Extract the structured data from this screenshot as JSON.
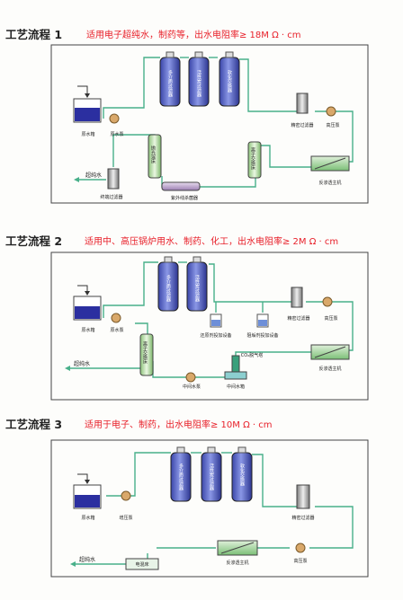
{
  "p1": {
    "title": "工艺流程 1",
    "subtitle": "适用电子超纯水，制药等，出水电阻率≥ 18M Ω · cm",
    "tanks": [
      "多介质过滤器",
      "活性炭过滤器",
      "软化交换器"
    ],
    "raw_tank": "原水箱",
    "raw_pump": "原水泵",
    "precision": "精密过滤器",
    "hp_pump": "高压泵",
    "ro": "反渗透主机",
    "uv": "紫外线杀菌器",
    "ix": "离子交换床",
    "polish": "抛光混床",
    "terminal": "终端过滤器",
    "out": "超纯水"
  },
  "p2": {
    "title": "工艺流程 2",
    "subtitle": "适用中、高压锅炉用水、制药、化工，出水电阻率≥ 2M Ω · cm",
    "tanks": [
      "多介质过滤器",
      "活性炭过滤器"
    ],
    "raw_tank": "原水箱",
    "raw_pump": "原水泵",
    "reduce": "还原剂投加设备",
    "scale": "阻垢剂投加设备",
    "precision": "精密过滤器",
    "hp_pump": "高压泵",
    "co2": "CO₂脱气塔",
    "mid_tank": "中间水箱",
    "mid_pump": "中间水泵",
    "ix": "离子交换床",
    "ro": "反渗透主机",
    "out": "超纯水"
  },
  "p3": {
    "title": "工艺流程 3",
    "subtitle": "适用于电子、制药，出水电阻率≥ 10M Ω · cm",
    "tanks": [
      "多介质过滤器",
      "活性炭过滤器",
      "软化交换器"
    ],
    "raw_tank": "原水箱",
    "boost": "增压泵",
    "precision": "精密过滤器",
    "hp_pump": "高压泵",
    "ro": "反渗透主机",
    "edi": "电混床",
    "out": "超纯水"
  }
}
